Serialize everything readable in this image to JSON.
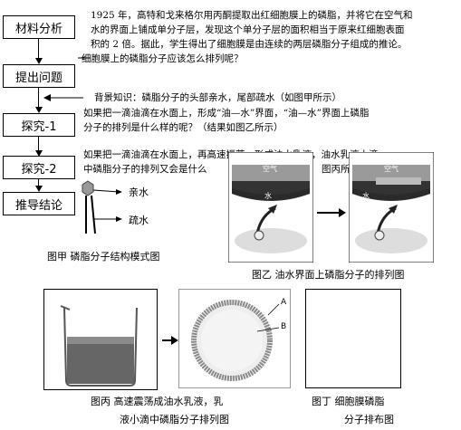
{
  "flow": {
    "step1": "材料分析",
    "step2": "提出问题",
    "step3": "探究-1",
    "step4": "探究-2",
    "step5": "推导结论"
  },
  "text": {
    "p1_l1": "1925 年，高特和戈来格尔用丙酮提取出红细胞膜上的磷脂，并将它在空气和",
    "p1_l2": "水的界面上铺成单分子层，发现这个单分子层的面积相当于原来红细胞表面",
    "p1_l3": "积的 2 倍。据此，学生得出了细胞膜是由连续的两层磷脂分子组成的推论。",
    "p1_l4": "细胞膜上的磷脂分子应该怎么排列呢？",
    "p2_l1": "背景知识：磷脂分子的头部亲水，尾部疏水（如图甲所示）",
    "p2_l2": "如果把一滴油滴在水面上，形成“油—水”界面，“油—水”界面上磷脂",
    "p2_l3": "分子的排列是什么样的呢？（结果如图乙所示）",
    "p3_l1": "如果把一滴油滴在水面上，再高速振荡，形成油水乳液，油水乳液小滴",
    "p3_l2": "中磷脂分子的排列又会是什么",
    "p3_l2b": "图丙所示"
  },
  "figures": {
    "jia_hydrophilic": "亲水",
    "jia_hydrophobic": "疏水",
    "jia_caption": "图甲    磷脂分子结构模式图",
    "yi_air": "空气",
    "yi_water": "水",
    "yi_caption": "图乙    油水界面上磷脂分子的排列图",
    "bing_label_a": "A",
    "bing_label_b": "B",
    "bing_caption_1": "图丙    高速震荡成油水乳液，乳",
    "bing_caption_2": "液小滴中磷脂分子排列图",
    "ding_caption_1": "图丁    细胞膜磷脂",
    "ding_caption_2": "分子排布图"
  }
}
